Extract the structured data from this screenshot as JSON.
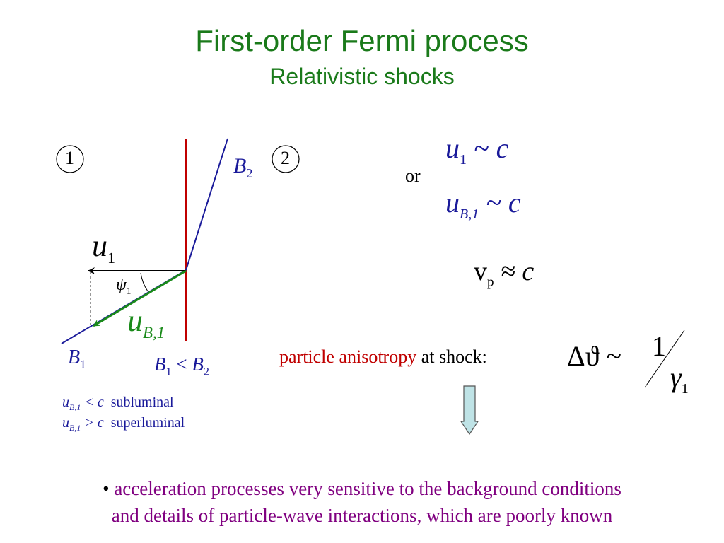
{
  "slide": {
    "title": "First-order Fermi process",
    "subtitle": "Relativistic shocks"
  },
  "diagram": {
    "region_1": "1",
    "region_2": "2",
    "b2_label": "B",
    "b2_sub": "2",
    "u1_label": "u",
    "u1_sub": "1",
    "psi_label": "ψ",
    "psi_sub": "1",
    "ub1_label": "u",
    "ub1_sub": "B,1",
    "b1_label": "B",
    "b1_sub": "1",
    "relation": {
      "left": "B",
      "left_sub": "1",
      "op": " < ",
      "right": "B",
      "right_sub": "2"
    },
    "condition_1": {
      "var": "u",
      "var_sub": "B,1",
      "op": " < c",
      "desc": "subluminal"
    },
    "condition_2": {
      "var": "u",
      "var_sub": "B,1",
      "op": " > c",
      "desc": "superluminal"
    },
    "colors": {
      "shock_front": "#c00000",
      "field_line": "#1a1a9a",
      "ub_vector": "#1a8a1a",
      "title": "#1a7a1a"
    }
  },
  "equations": {
    "eq1_var": "u",
    "eq1_sub": "1",
    "eq1_rhs": " ~ c",
    "or_text": "or",
    "eq2_var": "u",
    "eq2_sub": "B,1",
    "eq2_rhs": " ~ c",
    "vp_var": "v",
    "vp_sub": "p",
    "vp_rhs": " ≈ c"
  },
  "anisotropy": {
    "label_red": "particle anisotropy",
    "label_black": " at shock:",
    "delta": "Δϑ ~",
    "numerator": "1",
    "denominator": "γ",
    "denominator_sub": "1"
  },
  "bullet": {
    "marker": "•",
    "line1": "acceleration processes very sensitive to the background conditions",
    "line2": "and details of particle-wave interactions, which are poorly known"
  }
}
